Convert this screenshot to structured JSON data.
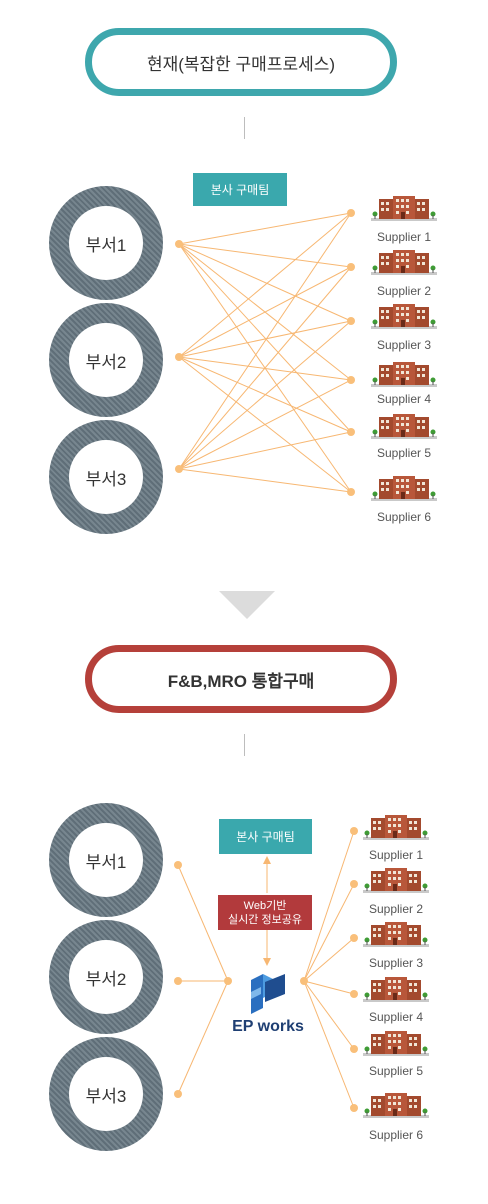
{
  "top": {
    "title": "현재(복잡한 구매프로세스)",
    "hq_label": "본사 구매팀",
    "departments": [
      "부서1",
      "부서2",
      "부서3"
    ],
    "suppliers": [
      "Supplier 1",
      "Supplier 2",
      "Supplier 3",
      "Supplier 4",
      "Supplier 5",
      "Supplier 6"
    ]
  },
  "bottom": {
    "title": "F&B,MRO 통합구매",
    "hq_label": "본사 구매팀",
    "web_line1": "Web기반",
    "web_line2": "실시간 정보공유",
    "platform": "EP works",
    "departments": [
      "부서1",
      "부서2",
      "부서3"
    ],
    "suppliers": [
      "Supplier 1",
      "Supplier 2",
      "Supplier 3",
      "Supplier 4",
      "Supplier 5",
      "Supplier 6"
    ]
  },
  "colors": {
    "teal": "#3ea7ad",
    "red": "#b5403a",
    "line": "#f7b772",
    "dot": "#f9bf7a",
    "dept": "#6b7a84"
  },
  "icons": {
    "supplier": "factory-building-icon",
    "transition": "triangle-down-icon",
    "platform_logo": "ep-logo-icon"
  }
}
